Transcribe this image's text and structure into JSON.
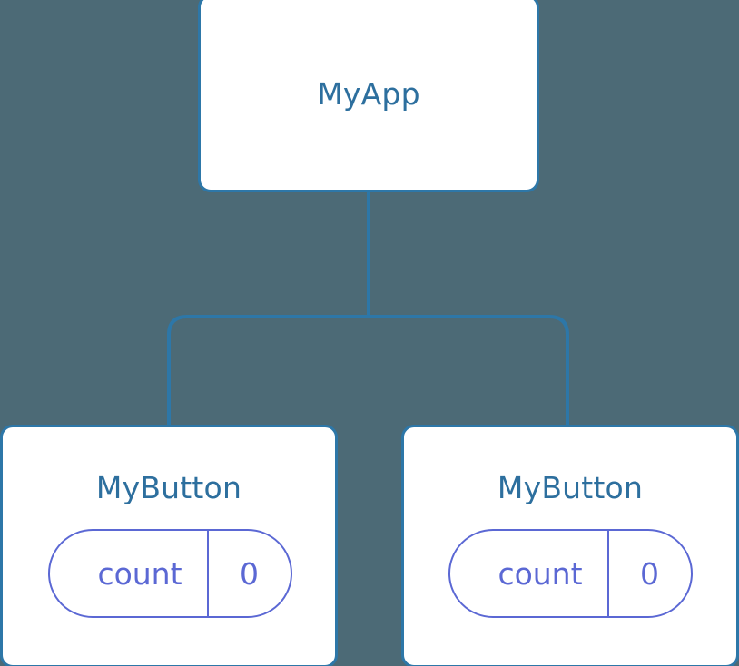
{
  "diagram": {
    "type": "component-tree",
    "background_color": "#4c6a76",
    "node_border_color": "#2d77a8",
    "node_fill_color": "#ffffff",
    "title_color": "#2d6f9e",
    "state_color": "#5b68d4",
    "connector_color": "#2d77a8"
  },
  "nodes": {
    "root": {
      "id": "my-app",
      "title": "MyApp"
    },
    "children": [
      {
        "id": "my-button-left",
        "title": "MyButton",
        "state": {
          "key": "count",
          "value": "0"
        }
      },
      {
        "id": "my-button-right",
        "title": "MyButton",
        "state": {
          "key": "count",
          "value": "0"
        }
      }
    ]
  },
  "edges": [
    {
      "from": "my-app",
      "to": "my-button-left"
    },
    {
      "from": "my-app",
      "to": "my-button-right"
    }
  ]
}
